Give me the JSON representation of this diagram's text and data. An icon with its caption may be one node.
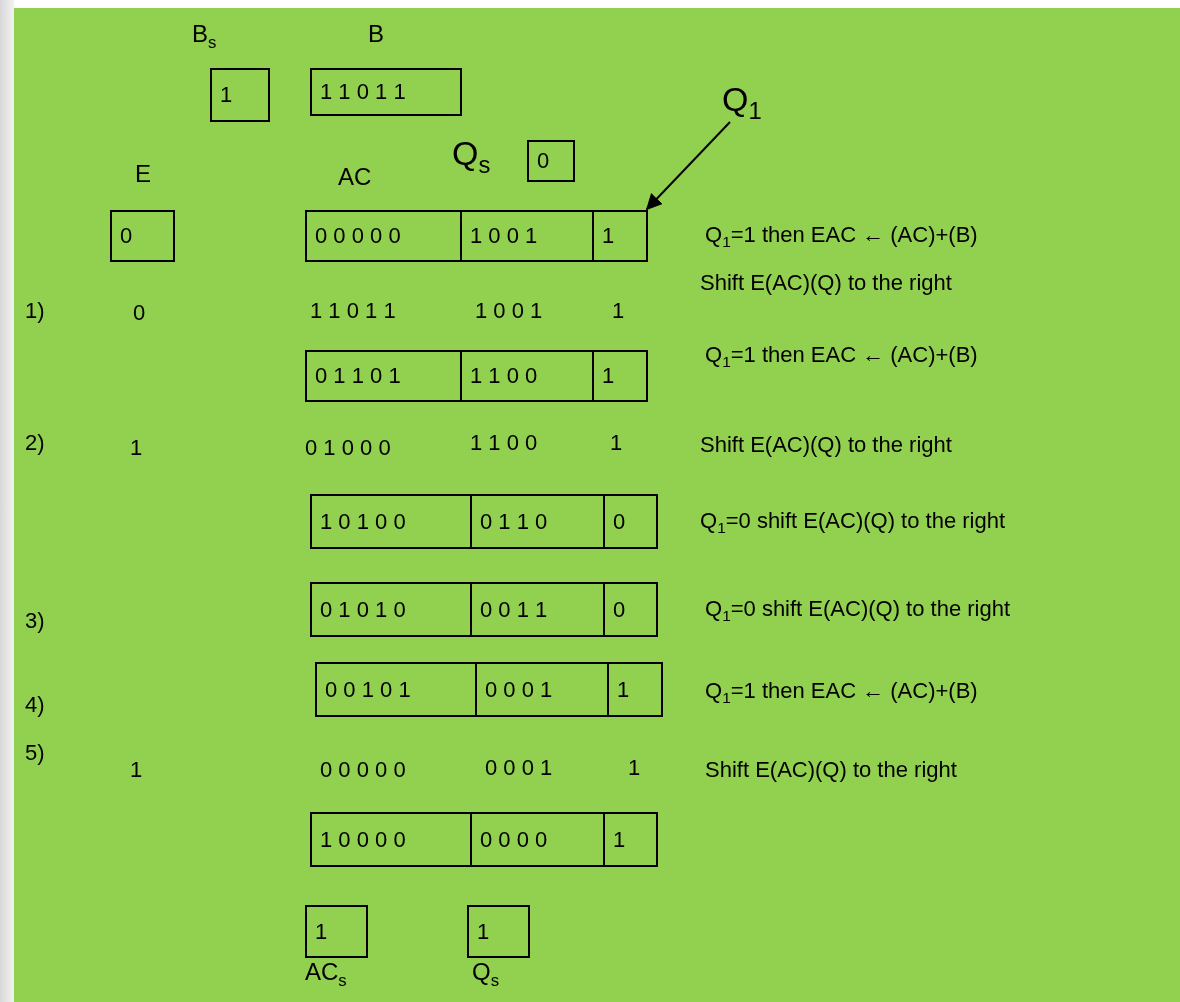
{
  "diagram": {
    "nodes": [
      {
        "text": [
          "B$_{s}$",
          "1"
        ]
      },
      {
        "text": [
          "B",
          "1 1 0 1 1"
        ]
      },
      {
        "text": [
          "Q$_{s}$",
          "0"
        ]
      },
      {
        "text": [
          "E",
          "0"
        ]
      },
      {
        "text": [
          "AC",
          "0 0 0 0 0"
        ]
      },
      {
        "text": [
          "1 0 0 1"
        ]
      },
      {
        "text": [
          "1"
        ]
      },
      {
        "text": [
          "Q$_{1}$"
        ]
      },
      {
        "text": [
          "0 1 1 0 1"
        ]
      },
      {
        "text": [
          "1 1 0 0"
        ]
      },
      {
        "text": [
          "1"
        ]
      },
      {
        "text": [
          "1 0 1 0 0"
        ]
      },
      {
        "text": [
          "0 1 1 0"
        ]
      },
      {
        "text": [
          "0"
        ]
      },
      {
        "text": [
          "0 1 0 1 0"
        ]
      },
      {
        "text": [
          "0 0 1 1"
        ]
      },
      {
        "text": [
          "0"
        ]
      },
      {
        "text": [
          "0 0 1 0 1"
        ]
      },
      {
        "text": [
          "0 0 0 1"
        ]
      },
      {
        "text": [
          "1"
        ]
      },
      {
        "text": [
          "1 0 0 0 0"
        ]
      },
      {
        "text": [
          "0 0 0 0"
        ]
      },
      {
        "text": [
          "1"
        ]
      },
      {
        "text": [
          "1",
          "AC$_{s}$"
        ]
      },
      {
        "text": [
          "1",
          "Q$_{s}$"
        ]
      }
    ],
    "edges": [
      {
        "from": 7,
        "to": 6,
        "arrow": "to"
      }
    ],
    "labels": [
      "Q$_{1}$=1 then EAC ← (AC)+(B)",
      "1)",
      "0",
      "1 1 0 1 1",
      "1 0 0 1",
      "1",
      "Shift E(AC)(Q) to the right",
      "Q$_{1}$=1 then EAC ← (AC)+(B)",
      "2)",
      "1",
      "0 1 0 0 0",
      "1 1 0 0",
      "1",
      "Shift E(AC)(Q) to the right",
      "Q$_{1}$=0 shift E(AC)(Q) to the right",
      "Q$_{1}$=0 shift E(AC)(Q) to the right",
      "3)",
      "Q$_{1}$=1 then EAC ← (AC)+(B)",
      "4)",
      "5)",
      "1",
      "0 0 0 0 0",
      "0 0 0 1",
      "1",
      "Shift E(AC)(Q) to the right"
    ]
  }
}
